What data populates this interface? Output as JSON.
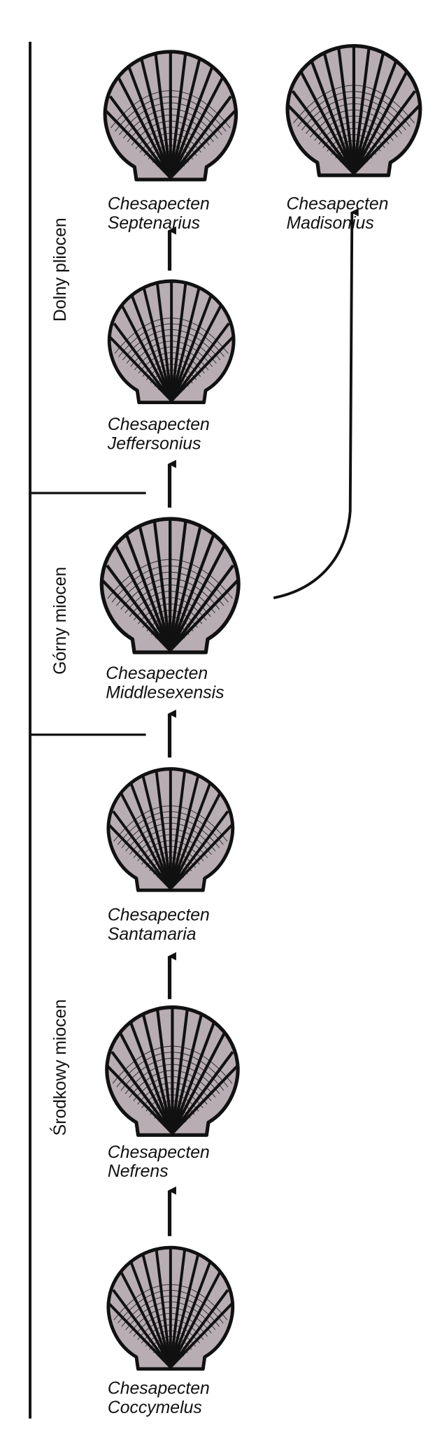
{
  "periods": {
    "lower_pliocene": "Dolny pliocen",
    "upper_miocene": "Górny miocen",
    "middle_miocene": "Środkowy miocen"
  },
  "species": [
    {
      "genus": "Chesapecten",
      "name": "Septenarius"
    },
    {
      "genus": "Chesapecten",
      "name": "Madisonius"
    },
    {
      "genus": "Chesapecten",
      "name": "Jeffersonius"
    },
    {
      "genus": "Chesapecten",
      "name": "Middlesexensis"
    },
    {
      "genus": "Chesapecten",
      "name": "Santamaria"
    },
    {
      "genus": "Chesapecten",
      "name": "Nefrens"
    },
    {
      "genus": "Chesapecten",
      "name": "Coccymelus"
    }
  ],
  "colors": {
    "shell_fill": "#b7adb3",
    "ink": "#111111"
  }
}
